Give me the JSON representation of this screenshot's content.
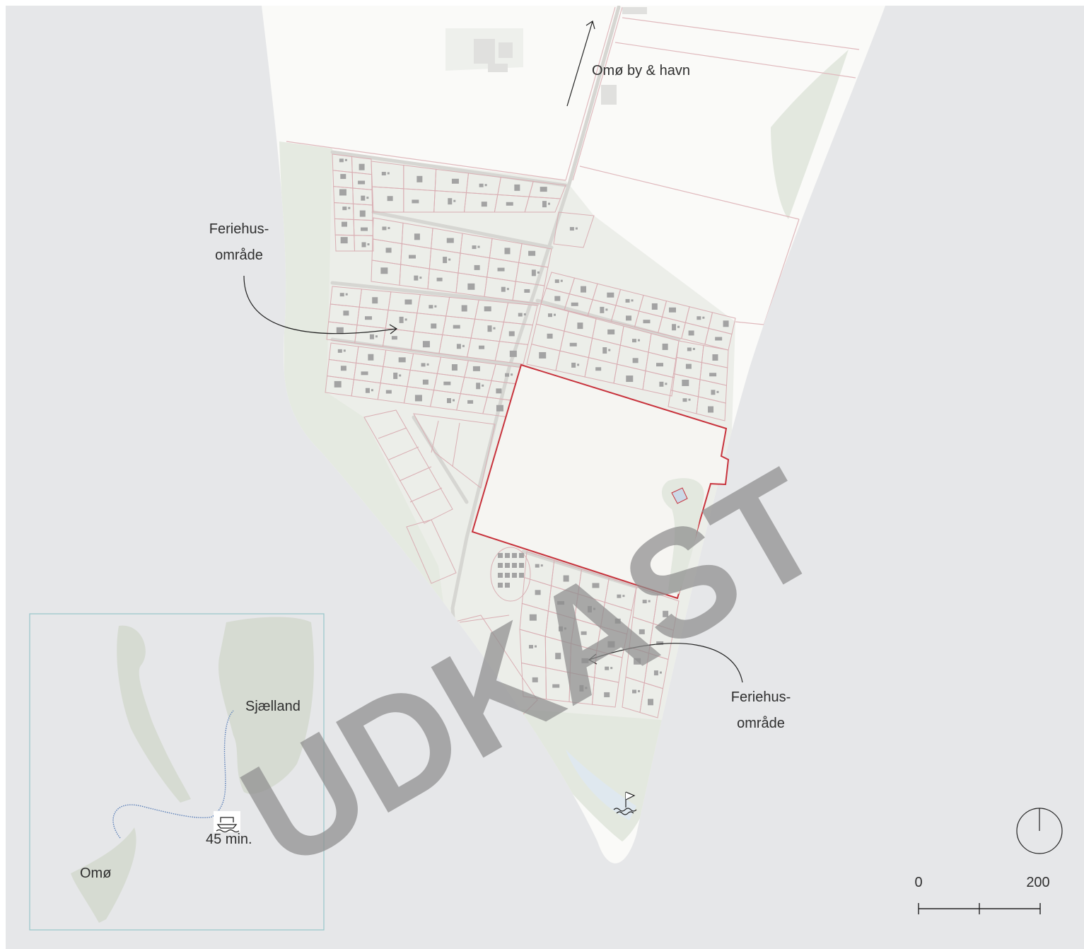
{
  "labels": {
    "town_harbour": "Omø by & havn",
    "holiday_area_1_line1": "Feriehus-",
    "holiday_area_1_line2": "område",
    "holiday_area_2_line1": "Feriehus-",
    "holiday_area_2_line2": "område"
  },
  "inset": {
    "sjaelland": "Sjælland",
    "omo": "Omø",
    "ferry_time": "45 min."
  },
  "scale": {
    "start": "0",
    "end": "200"
  },
  "watermark": "UDKAST",
  "icons": {
    "ferry": "ferry-icon",
    "beach": "beach-flag-icon",
    "north": "north-arrow-icon"
  },
  "colors": {
    "water": "#e6e7e9",
    "land": "#fafaf8",
    "vegetation": "#e3e8df",
    "parcel_line": "#d9aeb3",
    "highlight_parcel": "#c8323c",
    "inset_border": "#9cc8cc",
    "ferry_route": "#5a7fb8"
  }
}
